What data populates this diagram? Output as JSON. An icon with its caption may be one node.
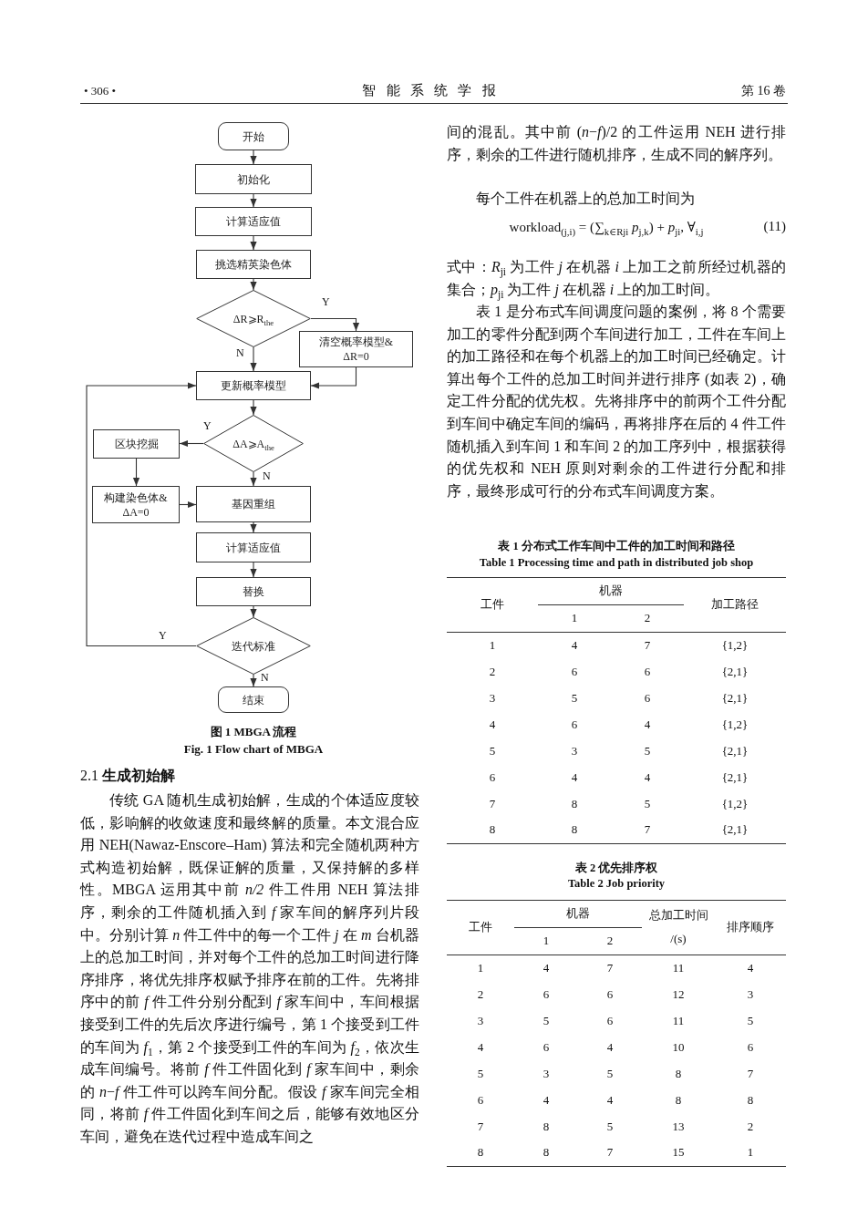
{
  "diagram": {
    "nodes": [
      {
        "text": [
          "开始"
        ]
      },
      {
        "text": [
          "初始化"
        ]
      },
      {
        "text": [
          "计算适应值"
        ]
      },
      {
        "text": [
          "挑选精英染色体"
        ]
      },
      {
        "text": [
          "ΔR⩾R$_{the}$"
        ]
      },
      {
        "text": [
          "清空概率模型& ΔR=0"
        ]
      },
      {
        "text": [
          "更新概率模型"
        ]
      },
      {
        "text": [
          "ΔA⩾A$_{the}$"
        ]
      },
      {
        "text": [
          "区块挖掘"
        ]
      },
      {
        "text": [
          "构建染色体& ΔA=0"
        ]
      },
      {
        "text": [
          "基因重组"
        ]
      },
      {
        "text": [
          "计算适应值"
        ]
      },
      {
        "text": [
          "替换"
        ]
      },
      {
        "text": [
          "迭代标准"
        ]
      },
      {
        "text": [
          "结束"
        ]
      }
    ],
    "edges": [
      {
        "from": 0,
        "to": 1,
        "arrow": "to"
      },
      {
        "from": 1,
        "to": 2,
        "arrow": "to"
      },
      {
        "from": 2,
        "to": 3,
        "arrow": "to"
      },
      {
        "from": 3,
        "to": 4,
        "arrow": "to"
      },
      {
        "from": 4,
        "to": 5,
        "arrow": "to",
        "label": "Y"
      },
      {
        "from": 4,
        "to": 6,
        "arrow": "to",
        "label": "N"
      },
      {
        "from": 5,
        "to": 6,
        "arrow": "to"
      },
      {
        "from": 6,
        "to": 7,
        "arrow": "to"
      },
      {
        "from": 7,
        "to": 8,
        "arrow": "to",
        "label": "Y"
      },
      {
        "from": 7,
        "to": 10,
        "arrow": "to",
        "label": "N"
      },
      {
        "from": 8,
        "to": 9,
        "arrow": "to"
      },
      {
        "from": 9,
        "to": 10,
        "arrow": "to"
      },
      {
        "from": 10,
        "to": 11,
        "arrow": "to"
      },
      {
        "from": 11,
        "to": 12,
        "arrow": "to"
      },
      {
        "from": 12,
        "to": 13,
        "arrow": "to"
      },
      {
        "from": 13,
        "to": 6,
        "arrow": "to",
        "label": "Y"
      },
      {
        "from": 13,
        "to": 14,
        "arrow": "to",
        "label": "N"
      }
    ],
    "labels": [
      "• 306 •",
      "智能系统学报",
      "第 16 卷",
      "图 1 MBGA 流程",
      "Fig. 1 Flow chart of MBGA",
      "2.1 **生成初始解**",
      "传统 GA 随机生成初始解，生成的个体适应度较低，影响解的收敛速度和最终解的质量。本文混合应用 NEH(Nawaz-Enscore–Ham) 算法和完全随机两种方式构造初始解，既保证解的质量，又保持解的多样性。MBGA 运用其中前 *n/2* 件工件用 NEH 算法排序，剩余的工件随机插入到 *f* 家车间的解序列片段中。分别计算 *n* 件工件中的每一个工件 *j* 在 *m* 台机器上的总加工时间，并对每个工件的总加工时间进行降序排序，将优先排序权赋予排序在前的工件。先将排序中的前 *f* 件工件分别分配到 *f* 家车间中，车间根据接受到工件的先后次序进行编号，第 1 个接受到工件的车间为 *f*$_{1}$，第 2 个接受到工件的车间为 *f*$_{2}$，依次生成车间编号。将前 *f* 件工件固化到 *f* 家车间中，剩余的 *n*−*f* 件工件可以跨车间分配。假设 *f* 家车间完全相同，将前 *f* 件工件固化到车间之后，能够有效地区分车间，避免在迭代过程中造成车间之",
      "间的混乱。其中前 (*n*−*f*)/2 的工件运用 NEH 进行排序，剩余的工件进行随机排序，生成不同的解序列。",
      "每个工件在机器上的总加工时间为",
      "workload$_{(j,i)}$ = (∑$_{k∈Rji}$ *p*$_{j,k}$) + *p*$_{ji}$, ∀$_{i,j}$",
      "(11)",
      "式中：*R*$_{ji}$ 为工件 *j* 在机器 *i* 上加工之前所经过机器的集合；*p*$_{ji}$ 为工件 *j* 在机器 *i* 上的加工时间。",
      "表 1 是分布式车间调度问题的案例，将 8 个需要加工的零件分配到两个车间进行加工，工件在车间上的加工路径和在每个机器上的加工时间已经确定。计算出每个工件的总加工时间并进行排序 (如表 2)，确定工件分配的优先权。先将排序中的前两个工件分配到车间中确定车间的编码，再将排序在后的 4 件工件随机插入到车间 1 和车间 2 的加工序列中，根据获得的优先权和 NEH 原则对剩余的工件进行分配和排序，最终形成可行的分布式车间调度方案。",
      "表 1 分布式工作车间中工件的加工时间和路径",
      "Table 1 Processing time and path in distributed job shop",
      "工件",
      "机器",
      "加工路径",
      "1",
      "2",
      "1",
      "4",
      "7",
      "{1,2}",
      "2",
      "6",
      "6",
      "{2,1}",
      "3",
      "5",
      "6",
      "{2,1}",
      "4",
      "6",
      "4",
      "{1,2}",
      "5",
      "3",
      "5",
      "{2,1}",
      "6",
      "4",
      "4",
      "{2,1}",
      "7",
      "8",
      "5",
      "{1,2}",
      "8",
      "8",
      "7",
      "{2,1}",
      "表 2 优先排序权",
      "Table 2 Job priority",
      "工件",
      "机器",
      "总加工时间 /(s)",
      "排序顺序",
      "1",
      "2",
      "1",
      "4",
      "7",
      "11",
      "4",
      "2",
      "6",
      "6",
      "12",
      "3",
      "3",
      "5",
      "6",
      "11",
      "5",
      "4",
      "6",
      "4",
      "10",
      "6",
      "5",
      "3",
      "5",
      "8",
      "7",
      "6",
      "4",
      "4",
      "8",
      "8",
      "7",
      "8",
      "5",
      "13",
      "2",
      "8",
      "8",
      "7",
      "15",
      "1"
    ]
  }
}
